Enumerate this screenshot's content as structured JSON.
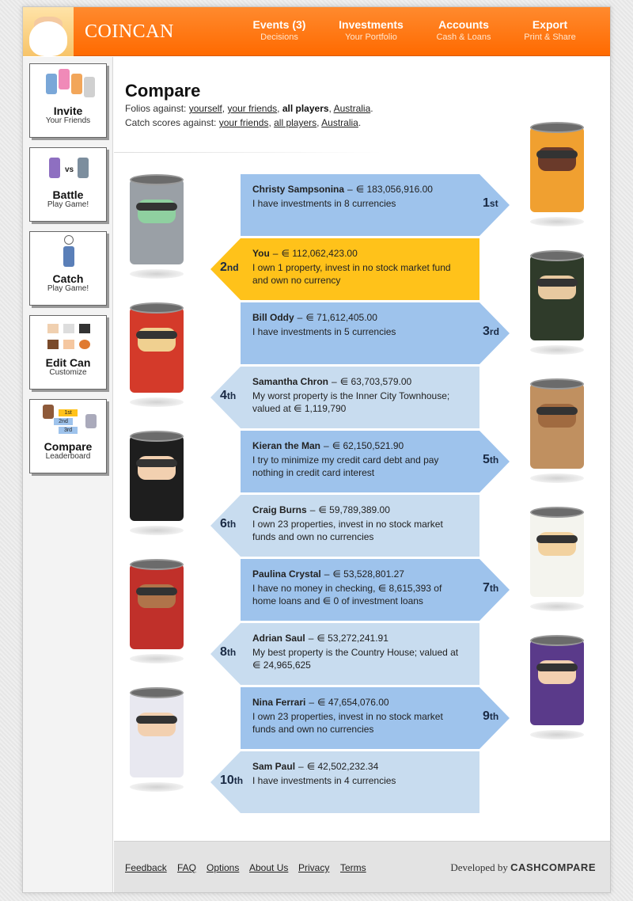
{
  "header": {
    "logo": "COINCAN",
    "nav": [
      {
        "title": "Events (3)",
        "sub": "Decisions"
      },
      {
        "title": "Investments",
        "sub": "Your Portfolio"
      },
      {
        "title": "Accounts",
        "sub": "Cash & Loans"
      },
      {
        "title": "Export",
        "sub": "Print & Share"
      }
    ]
  },
  "sidebar": [
    {
      "title": "Invite",
      "sub": "Your Friends"
    },
    {
      "title": "Battle",
      "sub": "Play Game!"
    },
    {
      "title": "Catch",
      "sub": "Play Game!"
    },
    {
      "title": "Edit Can",
      "sub": "Customize"
    },
    {
      "title": "Compare",
      "sub": "Leaderboard"
    }
  ],
  "sidebar_art": {
    "vs": "vs",
    "ranks": [
      "1st",
      "2nd",
      "3rd"
    ]
  },
  "compare": {
    "title": "Compare",
    "folios_prefix": "Folios against:",
    "folios_links": [
      "yourself",
      "your friends",
      "all players",
      "Australia"
    ],
    "catch_prefix": "Catch scores against:",
    "catch_links": [
      "your friends",
      "all players",
      "Australia"
    ],
    "sep": ",",
    "end": "."
  },
  "leaderboard": [
    {
      "name": "Christy Sampsonina",
      "amount": "⋹ 183,056,916.00",
      "desc": "I have investments in 8 currencies",
      "rank_num": "1",
      "rank_suf": "st"
    },
    {
      "name": "You",
      "amount": "⋹ 112,062,423.00",
      "desc": "I own 1 property, invest in no stock market fund and own no currency",
      "rank_num": "2",
      "rank_suf": "nd"
    },
    {
      "name": "Bill Oddy",
      "amount": "⋹ 71,612,405.00",
      "desc": "I have investments in 5 currencies",
      "rank_num": "3",
      "rank_suf": "rd"
    },
    {
      "name": "Samantha Chron",
      "amount": "⋹ 63,703,579.00",
      "desc": "My worst property is the Inner City Townhouse; valued at ⋹ 1,119,790",
      "rank_num": "4",
      "rank_suf": "th"
    },
    {
      "name": "Kieran the Man",
      "amount": "⋹ 62,150,521.90",
      "desc": "I try to minimize my credit card debt and pay nothing in credit card interest",
      "rank_num": "5",
      "rank_suf": "th"
    },
    {
      "name": "Craig Burns",
      "amount": "⋹ 59,789,389.00",
      "desc": "I own 23 properties, invest in no stock market funds and own no currencies",
      "rank_num": "6",
      "rank_suf": "th"
    },
    {
      "name": "Paulina Crystal",
      "amount": "⋹ 53,528,801.27",
      "desc": "I have no money in checking, ⋹ 8,615,393 of home loans and ⋹ 0 of investment loans",
      "rank_num": "7",
      "rank_suf": "th"
    },
    {
      "name": "Adrian Saul",
      "amount": "⋹ 53,272,241.91",
      "desc": "My best property is the Country House; valued at ⋹ 24,965,625",
      "rank_num": "8",
      "rank_suf": "th"
    },
    {
      "name": "Nina Ferrari",
      "amount": "⋹ 47,654,076.00",
      "desc": "I own 23 properties, invest in no stock market funds and own no currencies",
      "rank_num": "9",
      "rank_suf": "th"
    },
    {
      "name": "Sam Paul",
      "amount": "⋹ 42,502,232.34",
      "desc": "I have investments in 4 currencies",
      "rank_num": "10",
      "rank_suf": "th"
    }
  ],
  "dash": "–",
  "footer": {
    "links": [
      "Feedback",
      "FAQ",
      "Options",
      "About Us",
      "Privacy",
      "Terms"
    ],
    "developed_by": "Developed by",
    "brand": "CASHCOMPARE"
  },
  "colors": {
    "odd_card": "#9ec3ec",
    "even_card": "#c8dcef",
    "you_card": "#ffc21a",
    "header": "#ff7a14"
  }
}
